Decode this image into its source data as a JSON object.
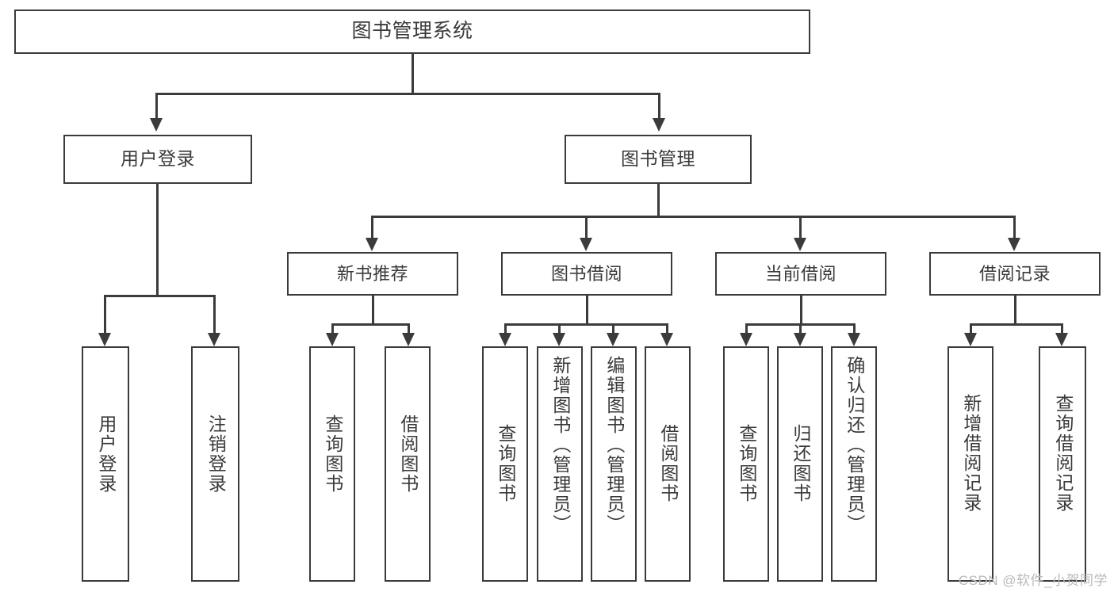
{
  "diagram": {
    "title": "图书管理系统",
    "type": "hierarchy-tree",
    "root": {
      "id": "root",
      "label": "图书管理系统"
    },
    "level1": [
      {
        "id": "user-login",
        "label": "用户登录"
      },
      {
        "id": "book-manage",
        "label": "图书管理"
      }
    ],
    "level2": [
      {
        "id": "new-book-rec",
        "label": "新书推荐",
        "parent": "book-manage"
      },
      {
        "id": "book-borrow",
        "label": "图书借阅",
        "parent": "book-manage"
      },
      {
        "id": "current-borrow",
        "label": "当前借阅",
        "parent": "book-manage"
      },
      {
        "id": "borrow-record",
        "label": "借阅记录",
        "parent": "book-manage"
      }
    ],
    "leaves": [
      {
        "id": "leaf-user-login",
        "label": "用户登录",
        "parent": "user-login"
      },
      {
        "id": "leaf-user-logout",
        "label": "注销登录",
        "parent": "user-login"
      },
      {
        "id": "leaf-query-book-1",
        "label": "查询图书",
        "parent": "new-book-rec"
      },
      {
        "id": "leaf-borrow-book-1",
        "label": "借阅图书",
        "parent": "new-book-rec"
      },
      {
        "id": "leaf-query-book-2",
        "label": "查询图书",
        "parent": "book-borrow"
      },
      {
        "id": "leaf-add-book",
        "label": "新增图书（管理员）",
        "parent": "book-borrow"
      },
      {
        "id": "leaf-edit-book",
        "label": "编辑图书（管理员）",
        "parent": "book-borrow"
      },
      {
        "id": "leaf-borrow-book-2",
        "label": "借阅图书",
        "parent": "book-borrow"
      },
      {
        "id": "leaf-query-book-3",
        "label": "查询图书",
        "parent": "current-borrow"
      },
      {
        "id": "leaf-return-book",
        "label": "归还图书",
        "parent": "current-borrow"
      },
      {
        "id": "leaf-confirm-return",
        "label": "确认归还（管理员）",
        "parent": "current-borrow"
      },
      {
        "id": "leaf-add-record",
        "label": "新增借阅记录",
        "parent": "borrow-record"
      },
      {
        "id": "leaf-query-record",
        "label": "查询借阅记录",
        "parent": "borrow-record"
      }
    ]
  },
  "watermark": {
    "text": "CSDN @软件_小贺同学"
  },
  "colors": {
    "stroke": "#3b3b3b",
    "background": "#ffffff",
    "text": "#3a3a3a",
    "watermark": "#b9b9b9"
  }
}
